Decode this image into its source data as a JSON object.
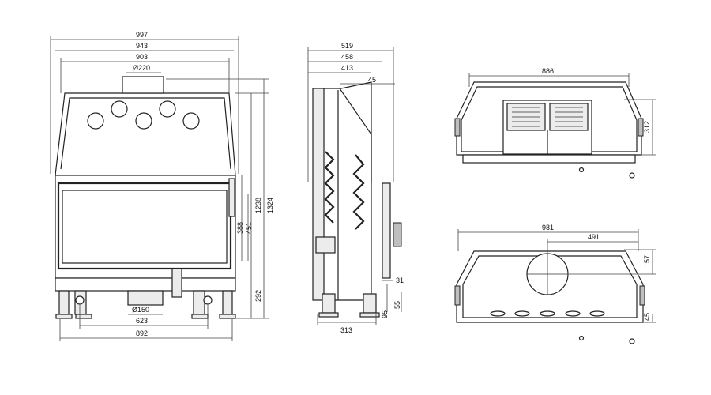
{
  "colors": {
    "line": "#222222",
    "fill": "#ececec",
    "background": "#ffffff"
  },
  "front_view": {
    "width_overall": "997",
    "width_mid": "943",
    "width_inner": "903",
    "flue_diameter": "Ø220",
    "height_total": "1324",
    "height_upper": "1238",
    "glass_height_outer": "451",
    "glass_height_inner": "388",
    "leg_height": "292",
    "inlet_diameter": "Ø150",
    "base_width": "623",
    "bottom_width": "892"
  },
  "side_view": {
    "depth_overall": "519",
    "depth_mid": "458",
    "depth_inner": "413",
    "offset_top": "45",
    "offset_rear": "31",
    "height_base_a": "55",
    "height_base_b": "95",
    "base_depth": "313"
  },
  "top_view": {
    "width": "886",
    "depth": "312"
  },
  "bottom_view": {
    "width": "981",
    "offset": "491",
    "depth": "157",
    "rim": "45"
  }
}
